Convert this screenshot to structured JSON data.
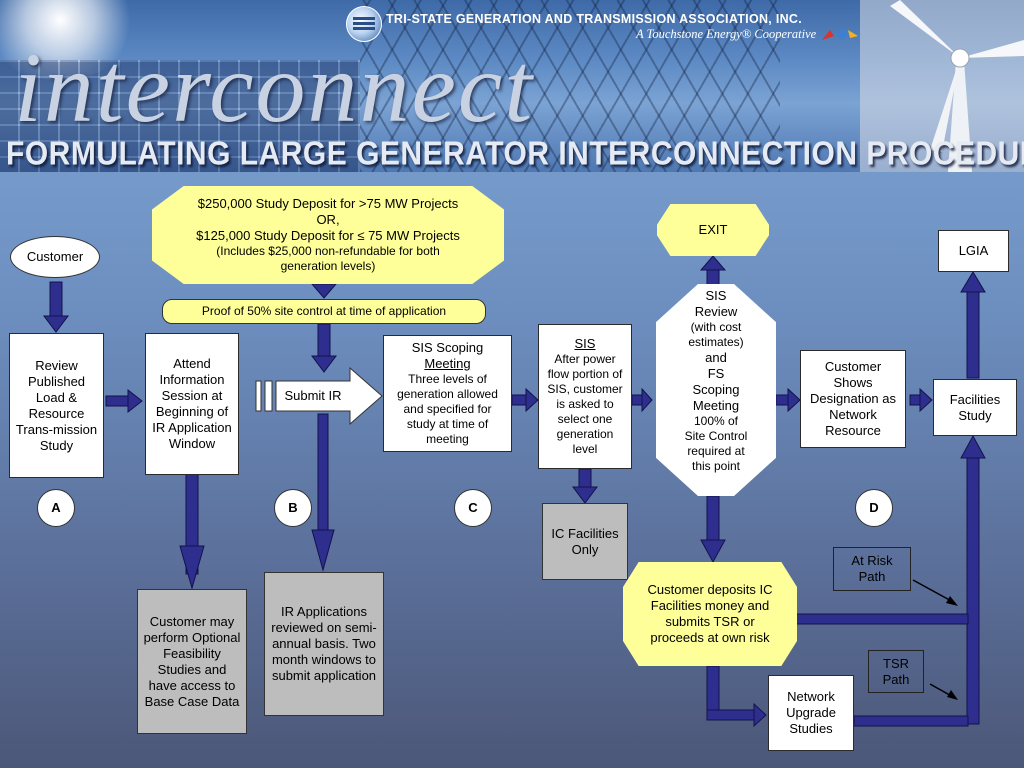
{
  "banner": {
    "org": "TRI-STATE GENERATION AND TRANSMISSION ASSOCIATION, INC.",
    "coop": "A Touchstone Energy® Cooperative",
    "wordmark": "interconnect",
    "tagline": "FORMULATING LARGE GENERATOR INTERCONNECTION PROCEDURES"
  },
  "colors": {
    "arrow": "#2e2e8e",
    "highlight_yellow": "#ffff99",
    "gray_box": "#bdbdbd"
  },
  "nodes": {
    "customer": "Customer",
    "review_load": "Review Published Load & Resource Trans-mission Study",
    "attend_session": "Attend Information Session at Beginning of IR Application Window",
    "optional_studies": "Customer may perform Optional Feasibility Studies and have access to Base Case Data",
    "deposit": {
      "line1": "$250,000 Study Deposit for >75 MW Projects",
      "line2": "OR,",
      "line3": "$125,000 Study Deposit for ≤ 75 MW Projects",
      "line4": "(Includes $25,000 non-refundable for both generation levels)"
    },
    "site_control": "Proof of 50% site control at time of application",
    "submit_ir": "Submit IR",
    "ir_reviewed": "IR Applications reviewed on semi-annual basis.  Two month windows to submit application",
    "sis_scoping": {
      "title1": "SIS Scoping",
      "title2": "Meeting",
      "body": "Three levels of generation allowed and specified for study at time of meeting"
    },
    "sis": {
      "title": "SIS",
      "body": "After power flow portion of SIS, customer is asked to select one generation level"
    },
    "ic_facilities_only": "IC Facilities Only",
    "exit": "EXIT",
    "sis_review": {
      "l1": "SIS",
      "l2": "Review",
      "l3": "(with cost estimates)",
      "l4": "and",
      "l5": "FS",
      "l6": "Scoping",
      "l7": "Meeting",
      "l8": "100% of Site Control required at this point"
    },
    "customer_deposits": "Customer deposits IC Facilities money and submits TSR or proceeds at own risk",
    "network_resource": "Customer Shows Designation as Network Resource",
    "lgia": "LGIA",
    "facilities_study": "Facilities Study",
    "network_upgrade": "Network Upgrade Studies",
    "at_risk": "At Risk Path",
    "tsr_path": "TSR Path"
  },
  "markers": {
    "a": "A",
    "b": "B",
    "c": "C",
    "d": "D"
  }
}
